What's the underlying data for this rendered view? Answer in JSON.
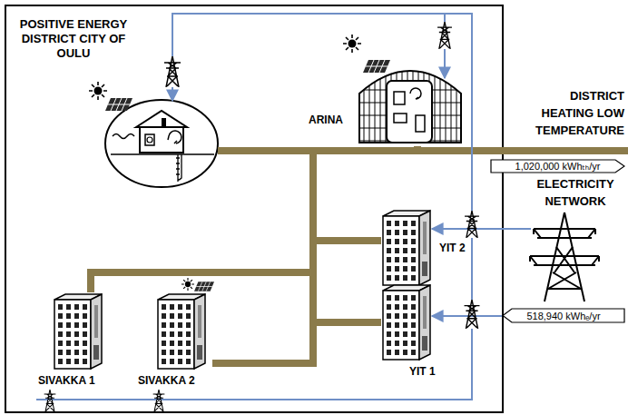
{
  "diagram": {
    "nodes": [
      {
        "text": [
          "POSITIVE ENERGY DISTRICT CITY OF OULU"
        ]
      },
      {
        "text": [
          "ARINA"
        ],
        "in": 0
      },
      {
        "text": [
          "YIT 2"
        ],
        "in": 0
      },
      {
        "text": [
          "YIT 1"
        ],
        "in": 0
      },
      {
        "text": [
          "SIVAKKA 1"
        ],
        "in": 0
      },
      {
        "text": [
          "SIVAKKA 2"
        ],
        "in": 0
      },
      {
        "text": [
          "1,020,000 kWhₜₕ/yr"
        ]
      },
      {
        "text": [
          "518,940 kWhₑ/yr"
        ]
      }
    ],
    "edges": [
      {
        "from": 1,
        "to": 2,
        "arrow": "none"
      },
      {
        "from": 1,
        "to": 3,
        "arrow": "none"
      },
      {
        "from": 1,
        "to": 4,
        "arrow": "none"
      },
      {
        "from": 1,
        "to": 5,
        "arrow": "none"
      }
    ],
    "labels": [
      "DISTRICT HEATING LOW TEMPERATURE",
      "ELECTRICITY NETWORK"
    ]
  }
}
